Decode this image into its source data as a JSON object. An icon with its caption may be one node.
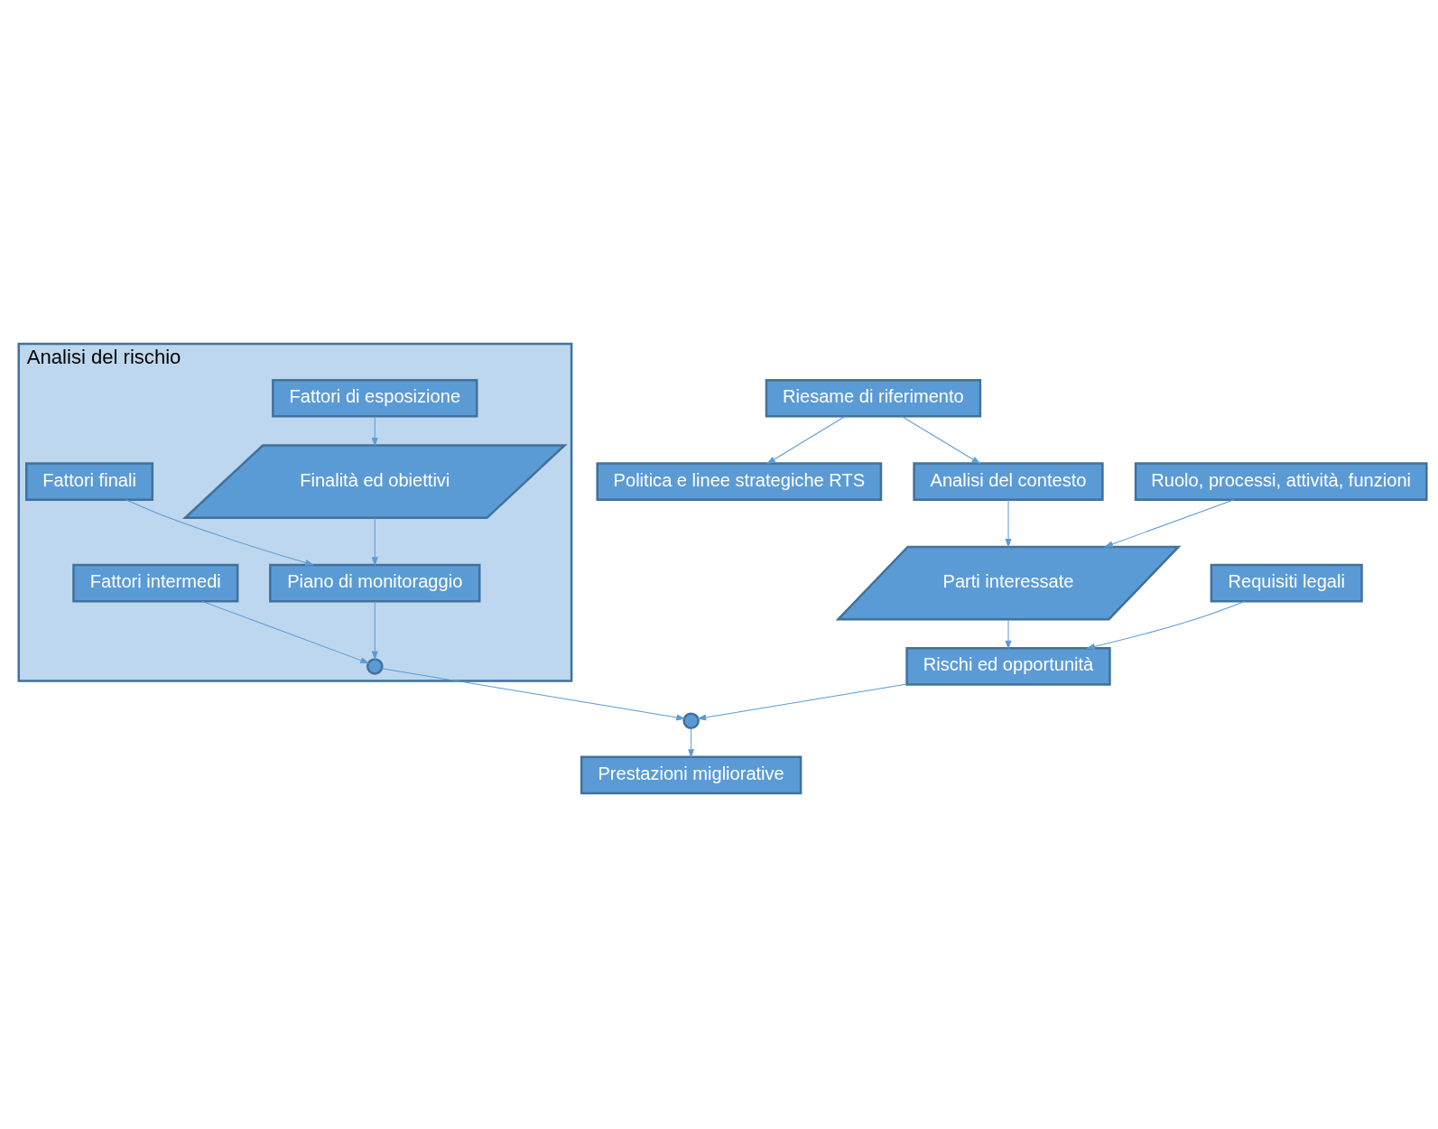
{
  "diagram": {
    "nodes": [
      {
        "text": [
          "Analisi del rischio"
        ]
      },
      {
        "text": [
          "Fattori di esposizione"
        ],
        "in": 0
      },
      {
        "text": [
          "Finalità ed obiettivi"
        ],
        "in": 0
      },
      {
        "text": [
          "Fattori finali"
        ],
        "in": 0
      },
      {
        "text": [
          "Piano di monitoraggio"
        ],
        "in": 0
      },
      {
        "text": [
          "Fattori intermedi"
        ],
        "in": 0
      },
      {
        "text": [],
        "shape": "circle",
        "in": 0
      },
      {
        "text": [
          "Riesame di riferimento"
        ]
      },
      {
        "text": [
          "Politica e linee strategiche RTS"
        ]
      },
      {
        "text": [
          "Analisi del contesto"
        ]
      },
      {
        "text": [
          "Ruolo, processi, attività, funzioni"
        ]
      },
      {
        "text": [
          "Parti interessate"
        ]
      },
      {
        "text": [
          "Requisiti legali"
        ]
      },
      {
        "text": [
          "Rischi ed opportunità"
        ]
      },
      {
        "text": [],
        "shape": "circle"
      },
      {
        "text": [
          "Prestazioni migliorative"
        ]
      }
    ],
    "edges": [
      {
        "from": 1,
        "to": 2,
        "arrow": "to"
      },
      {
        "from": 2,
        "to": 4,
        "arrow": "to"
      },
      {
        "from": 3,
        "to": 4,
        "arrow": "to"
      },
      {
        "from": 4,
        "to": 6,
        "arrow": "to"
      },
      {
        "from": 5,
        "to": 6,
        "arrow": "to"
      },
      {
        "from": 6,
        "to": 14,
        "arrow": "to"
      },
      {
        "from": 7,
        "to": 9,
        "arrow": "to"
      },
      {
        "from": 7,
        "to": 8,
        "arrow": "to"
      },
      {
        "from": 9,
        "to": 11,
        "arrow": "to"
      },
      {
        "from": 10,
        "to": 11,
        "arrow": "to"
      },
      {
        "from": 11,
        "to": 13,
        "arrow": "to"
      },
      {
        "from": 12,
        "to": 13,
        "arrow": "to"
      },
      {
        "from": 13,
        "to": 14,
        "arrow": "to"
      },
      {
        "from": 14,
        "to": 15,
        "arrow": "to"
      }
    ]
  }
}
